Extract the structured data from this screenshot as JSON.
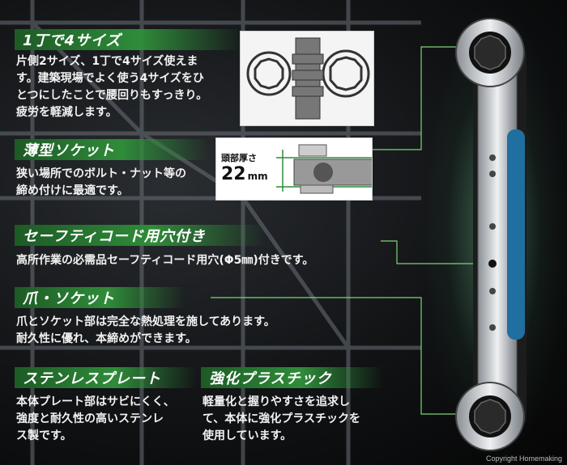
{
  "features": [
    {
      "title": "1丁で4サイズ",
      "lines": [
        "片側2サイズ、1丁で4サイズ使えま",
        "す。建築現場でよく使う4サイズをひ",
        "とつにしたことで腰回りもすっきり。",
        "疲労を軽減します。"
      ]
    },
    {
      "title": "薄型ソケット",
      "lines": [
        "狭い場所でのボルト・ナット等の",
        "締め付けに最適です。"
      ],
      "thickness_label": "頭部厚さ",
      "thickness_value": "22",
      "thickness_unit": "mm"
    },
    {
      "title": "セーフティコード用穴付き",
      "lines": [
        "高所作業の必需品セーフティコード用穴(Φ5㎜)付きです。"
      ]
    },
    {
      "title": "爪・ソケット",
      "lines": [
        "爪とソケット部は完全な熱処理を施してあります。",
        "耐久性に優れ、本締めができます。"
      ]
    },
    {
      "title": "ステンレスプレート",
      "lines": [
        "本体プレート部はサビにくく、",
        "強度と耐久性の高いステンレ",
        "ス製です。"
      ]
    },
    {
      "title": "強化プラスチック",
      "lines": [
        "軽量化と握りやすさを追求し",
        "て、本体に強化プラスチックを",
        "使用しています。"
      ]
    }
  ],
  "colors": {
    "accent": "#2f8c3a",
    "connector": "#7fd37a",
    "grip": "#1f6fa0"
  },
  "copyright": "Copyright Homemaking"
}
